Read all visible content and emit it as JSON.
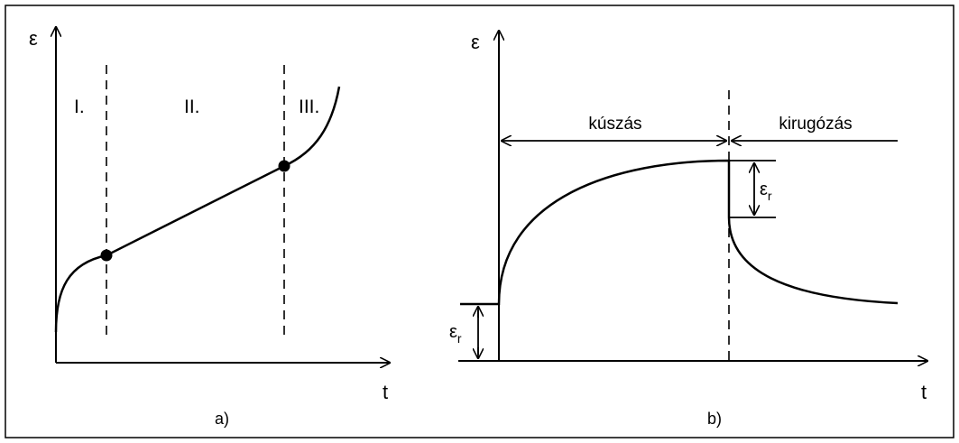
{
  "panel_a": {
    "caption": "a)",
    "y_axis_label": "ε",
    "x_axis_label": "t",
    "regions": [
      "I.",
      "II.",
      "III."
    ]
  },
  "panel_b": {
    "caption": "b)",
    "y_axis_label": "ε",
    "x_axis_label": "t",
    "phase_creep": "kúszás",
    "phase_recovery": "kirugózás",
    "strain_symbol": "ε",
    "strain_subscript": "r"
  }
}
